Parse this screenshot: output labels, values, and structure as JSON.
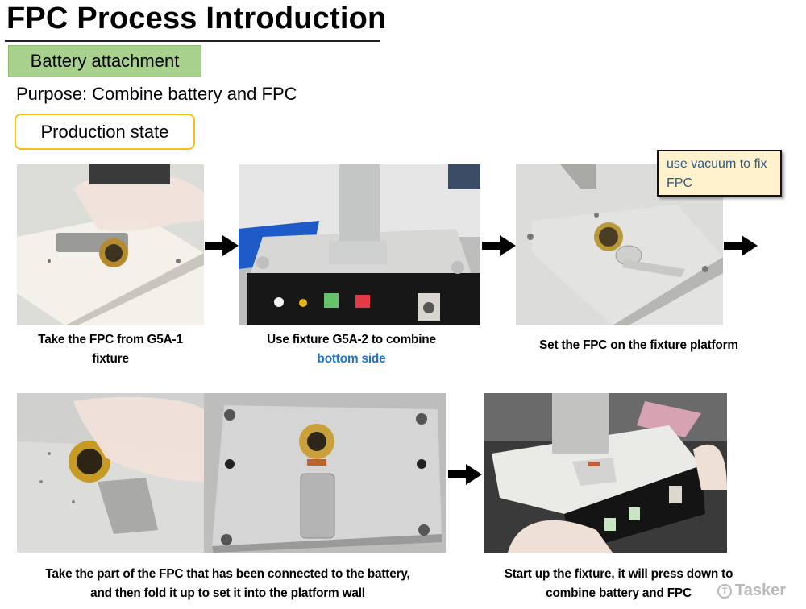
{
  "header": {
    "title": "FPC Process Introduction",
    "section_label": "Battery attachment",
    "purpose": "Purpose: Combine battery and FPC",
    "state_label": "Production state"
  },
  "steps": [
    {
      "caption_line1": "Take the FPC from G5A-1",
      "caption_line2": "fixture"
    },
    {
      "caption_line1": "Use fixture G5A-2 to combine",
      "caption_line2": "bottom side"
    },
    {
      "caption_line1": "Set the FPC on the fixture platform"
    },
    {
      "caption_line1": "Take the part of the FPC that has been connected to the battery,",
      "caption_line2": "and then fold it up to set it into the platform wall"
    },
    {
      "caption_line1": "Start up the fixture, it will press down to",
      "caption_line2": "combine battery and FPC"
    }
  ],
  "callout": {
    "text": "use vacuum to fix FPC"
  },
  "watermark": {
    "text": "Tasker",
    "logo_letter": "T"
  },
  "colors": {
    "section_green": "#a9d18e",
    "state_border": "#f2c21b",
    "highlight_blue": "#1f73c8",
    "callout_bg": "#fff2cc",
    "callout_text": "#2e5a8a"
  }
}
